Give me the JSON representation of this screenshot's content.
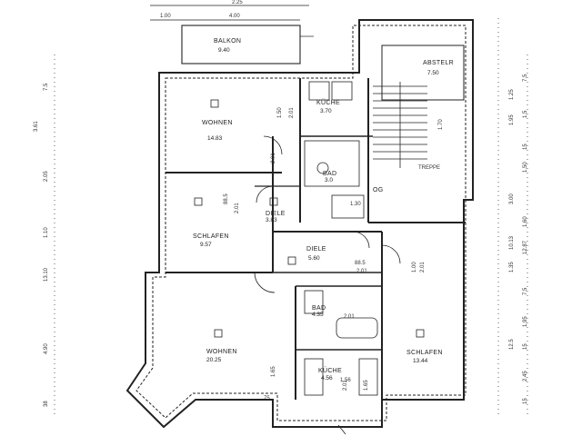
{
  "top_dims": {
    "d1": "2.25",
    "d2": "1.00",
    "d3": "4.00"
  },
  "rooms": {
    "balkon": {
      "name": "BALKON",
      "area": "9.40"
    },
    "abstell": {
      "name": "ABSTELR",
      "area": "7.50"
    },
    "wohnen1": {
      "name": "WOHNEN",
      "area": "14.83"
    },
    "kueche1": {
      "name": "KÜCHE",
      "area": "3.70"
    },
    "bad1": {
      "name": "BAD",
      "area": "3.0"
    },
    "schlafen1": {
      "name": "SCHLAFEN",
      "area": "9.57"
    },
    "diele1": {
      "name": "DIELE",
      "area": "3.83"
    },
    "diele2": {
      "name": "DIELE",
      "area": "5.60"
    },
    "bad2": {
      "name": "BAD",
      "area": "4.35"
    },
    "kueche2": {
      "name": "KÜCHE",
      "area": "4.56"
    },
    "wohnen2": {
      "name": "WOHNEN",
      "area": "20.25"
    },
    "schlafen2": {
      "name": "SCHLAFEN",
      "area": "13.44"
    }
  },
  "inner_labels": {
    "og": "OG",
    "treppe": "TREPPE"
  },
  "dims": {
    "left": [
      "7.5",
      "3.61",
      "2.05",
      "1.10",
      "13.10",
      "4.90",
      "38"
    ],
    "right": [
      "1.25",
      "7.5",
      "1.5",
      "1.95",
      "15",
      "1.50",
      "3.00",
      "1.60",
      "10.13",
      "12.87",
      "1.35",
      "7.5",
      "1.95",
      "15",
      "12.5",
      "2.45",
      "15"
    ],
    "inner": [
      "1.50",
      "2.01",
      "1.70",
      "2.01",
      "88.5",
      "2.01",
      "1.30",
      "88.5",
      "2.01",
      "2.01",
      "1.00",
      "2.01",
      "1.65",
      "75",
      "1.65",
      "2.01",
      "1.56"
    ]
  }
}
